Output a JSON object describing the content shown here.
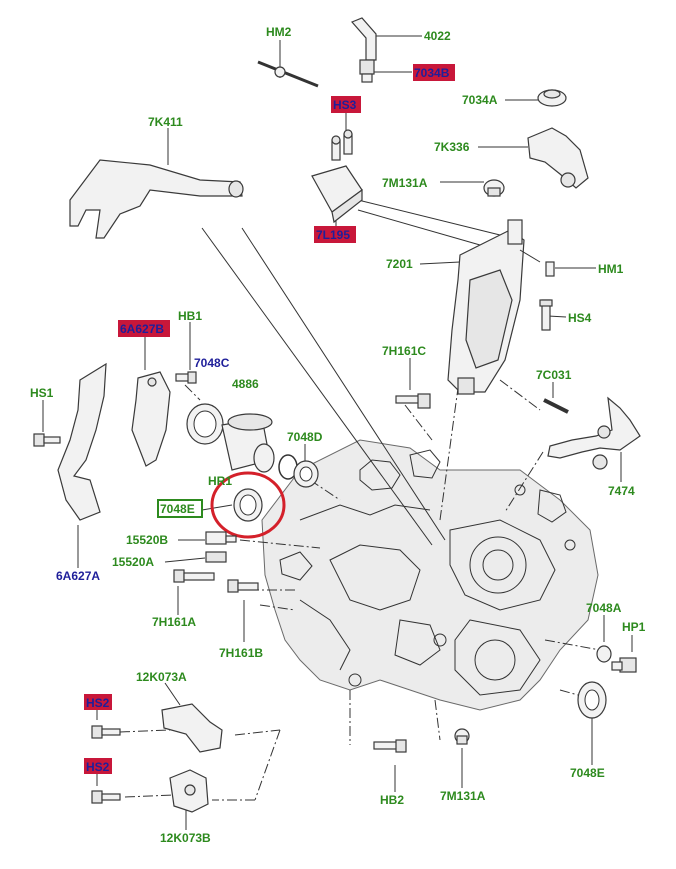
{
  "colors": {
    "green": "#2d8a1e",
    "blue": "#1f1f9a",
    "highlight_fill": "#c8173a",
    "highlight_green_box": "#2d8a1e",
    "circle": "#d4202a"
  },
  "labels": {
    "hm2": "HM2",
    "p4022": "4022",
    "p7034b": "7034B",
    "hs3": "HS3",
    "p7034a": "7034A",
    "p7k411": "7K411",
    "p7k336": "7K336",
    "p7m131a_top": "7M131A",
    "p7l195": "7L195",
    "p7201": "7201",
    "hm1": "HM1",
    "hs4": "HS4",
    "p6a627b": "6A627B",
    "hb1": "HB1",
    "p7048c": "7048C",
    "p4886": "4886",
    "p7h161c": "7H161C",
    "p7c031": "7C031",
    "hs1": "HS1",
    "p7048d": "7048D",
    "hr1": "HR1",
    "p7048e_left": "7048E",
    "p7474": "7474",
    "p15520b": "15520B",
    "p15520a": "15520A",
    "p6a627a": "6A627A",
    "p7h161a": "7H161A",
    "p7h161b": "7H161B",
    "p7048a": "7048A",
    "hp1": "HP1",
    "p12k073a": "12K073A",
    "hs2_top": "HS2",
    "hs2_bottom": "HS2",
    "hb2": "HB2",
    "p7m131a_bottom": "7M131A",
    "p7048e_right": "7048E",
    "p12k073b": "12K073B"
  }
}
